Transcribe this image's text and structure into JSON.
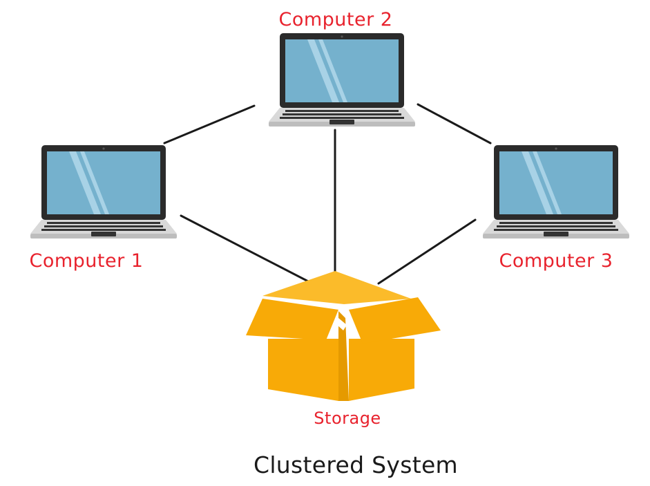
{
  "nodes": {
    "computer_1": {
      "label": "Computer 1"
    },
    "computer_2": {
      "label": "Computer 2"
    },
    "computer_3": {
      "label": "Computer 3"
    },
    "storage": {
      "label": "Storage"
    }
  },
  "caption": "Clustered System",
  "icons": {
    "computers": "laptop-icon",
    "storage": "open-box-icon"
  },
  "colors": {
    "label": "#e8222d",
    "caption": "#1a1a1a",
    "line": "#1a1a1a",
    "laptop_frame": "#2b2b2b",
    "laptop_screen": "#75b1cd",
    "laptop_glare": "#a8d2e6",
    "laptop_base": "#d9d9d9",
    "laptop_keys": "#333333",
    "box_main": "#f8aa07",
    "box_light": "#fbbb2a",
    "box_dark": "#e59a00"
  }
}
